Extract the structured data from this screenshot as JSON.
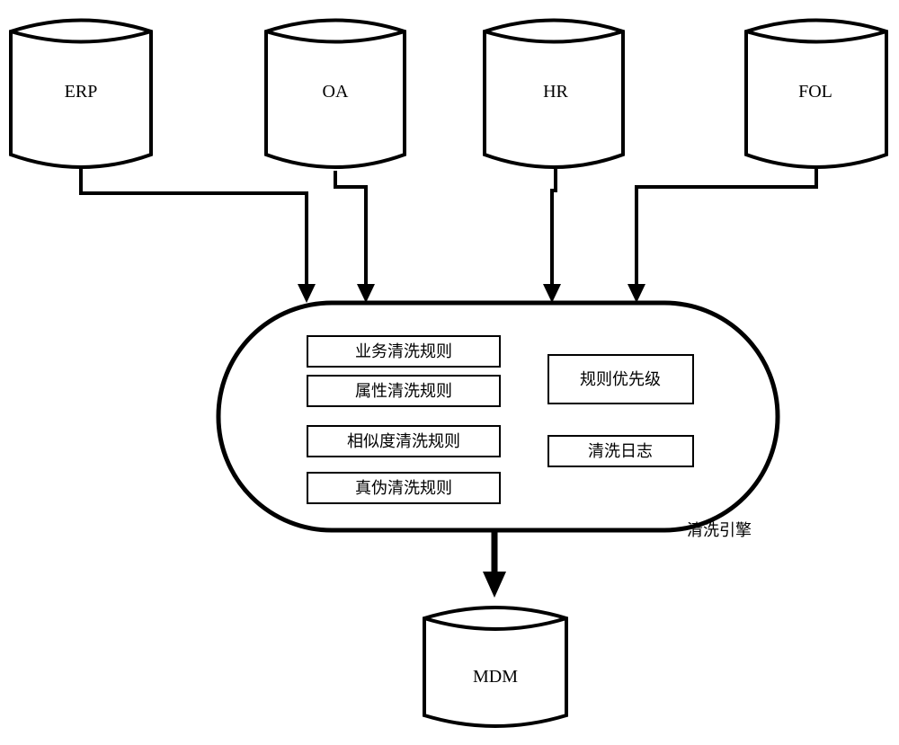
{
  "sources": [
    {
      "id": "erp",
      "label": "ERP"
    },
    {
      "id": "oa",
      "label": "OA"
    },
    {
      "id": "hr",
      "label": "HR"
    },
    {
      "id": "fol",
      "label": "FOL"
    }
  ],
  "engine": {
    "caption": "清洗引擎",
    "rules": [
      "业务清洗规则",
      "属性清洗规则",
      "相似度清洗规则",
      "真伪清洗规则"
    ],
    "priority": "规则优先级",
    "log": "清洗日志"
  },
  "target": {
    "label": "MDM"
  },
  "colors": {
    "stroke": "#000000",
    "fill": "#ffffff"
  }
}
